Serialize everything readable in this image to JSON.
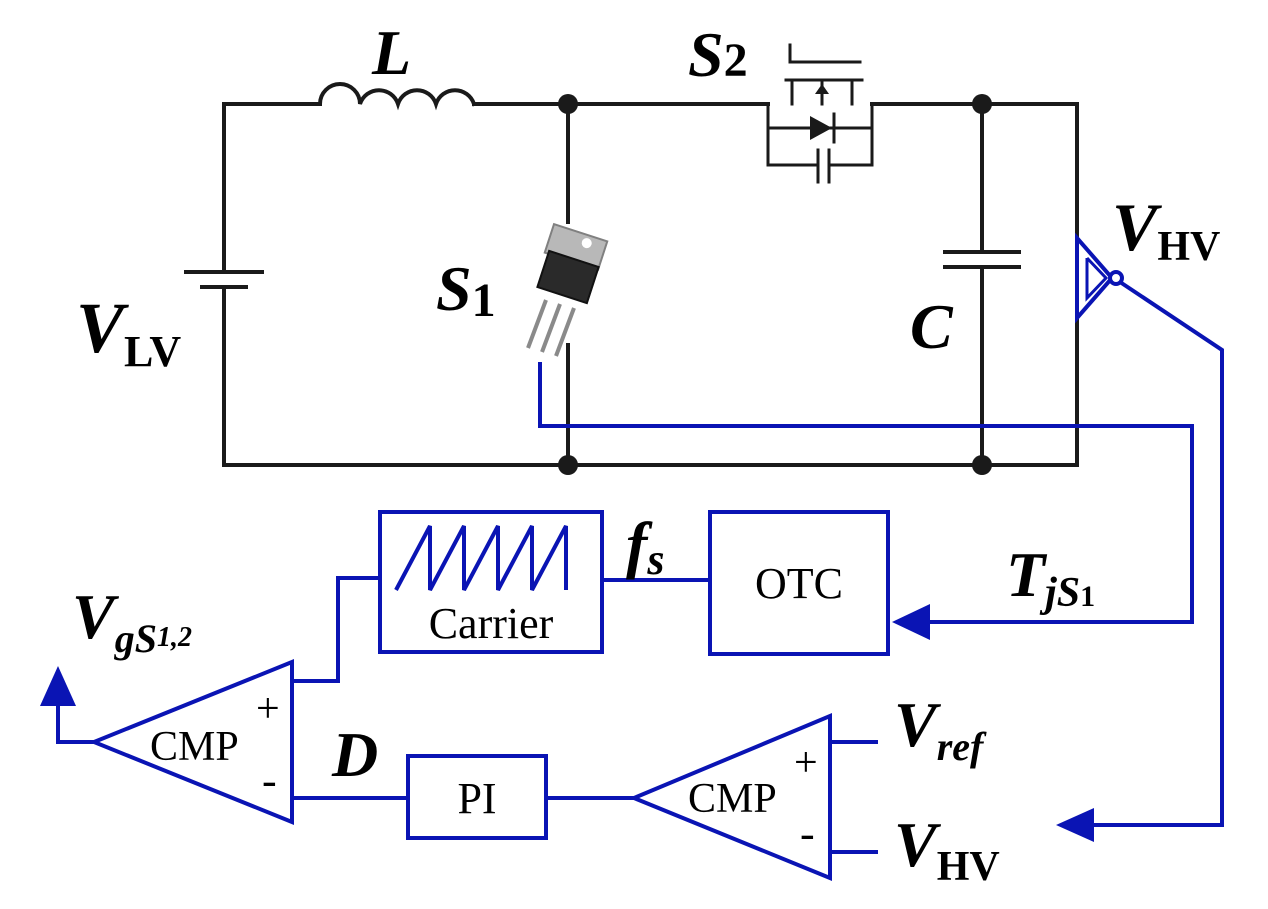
{
  "circuit": {
    "components": {
      "inductor": "L",
      "switch_top": {
        "sym": "S",
        "sub": "2"
      },
      "switch_low": {
        "sym": "S",
        "sub": "1"
      },
      "capacitor": "C",
      "source": {
        "sym": "V",
        "sub": "LV"
      },
      "output_probe": {
        "sym": "V",
        "sub": "HV"
      }
    }
  },
  "control": {
    "carrier": {
      "label": "Carrier"
    },
    "otc": {
      "label": "OTC"
    },
    "pi": {
      "label": "PI"
    },
    "cmp_gate": {
      "label": "CMP",
      "plus": "+",
      "minus": "-"
    },
    "cmp_volt": {
      "label": "CMP",
      "plus": "+",
      "minus": "-"
    },
    "signals": {
      "fs": {
        "sym": "f",
        "sub": "s"
      },
      "tj": {
        "sym": "T",
        "sub": "jS",
        "subsub": "1"
      },
      "duty": "D",
      "gate": {
        "sym": "V",
        "sub": "gS",
        "subsub": "1,2"
      },
      "vref": {
        "sym": "V",
        "sub": "ref"
      },
      "vhv_in": {
        "sym": "V",
        "sub": "HV"
      }
    }
  },
  "colors": {
    "power_wire": "#1a1a1a",
    "control": "#0a14b4",
    "background": "#ffffff"
  }
}
